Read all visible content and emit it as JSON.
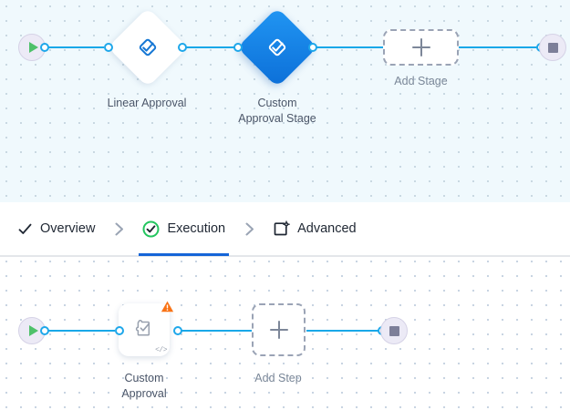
{
  "stage_canvas": {
    "name": "stage-pipeline-canvas",
    "background": "#f0f9fd",
    "start_node": {
      "icon": "play-icon",
      "title": "Start"
    },
    "end_node": {
      "icon": "stop-icon",
      "title": "End"
    },
    "nodes": [
      {
        "id": "linear-approval",
        "label": "Linear Approval",
        "icon": "approval-diamond-check-icon",
        "state": "default"
      },
      {
        "id": "custom-approval-stage",
        "label": "Custom\nApproval Stage",
        "icon": "approval-diamond-check-icon",
        "state": "selected"
      }
    ],
    "add_placeholder": {
      "label": "Add Stage",
      "icon": "plus-icon"
    }
  },
  "tabs": {
    "items": [
      {
        "id": "overview",
        "label": "Overview",
        "icon": "check-icon",
        "selected": false
      },
      {
        "id": "execution",
        "label": "Execution",
        "icon": "check-circle-icon",
        "selected": true
      },
      {
        "id": "advanced",
        "label": "Advanced",
        "icon": "card-gear-icon",
        "selected": false
      }
    ],
    "separator_icon": "chevron-right-icon",
    "active_underline_color": "#1565d8",
    "status_color": "#22c55e"
  },
  "step_canvas": {
    "name": "step-pipeline-canvas",
    "background": "#ffffff",
    "start_node": {
      "icon": "play-icon",
      "title": "Start"
    },
    "end_node": {
      "icon": "stop-icon",
      "title": "End"
    },
    "nodes": [
      {
        "id": "custom-approval",
        "label": "Custom\nApproval",
        "icon": "puzzle-check-icon",
        "warning_badge": "warning-triangle-icon",
        "code_badge": "</>"
      }
    ],
    "add_placeholder": {
      "label": "Add Step",
      "icon": "plus-icon"
    }
  },
  "colors": {
    "edge": "#19a8e8",
    "accent_blue": "#0c6fd8",
    "warning_orange": "#f97316",
    "terminal_fill": "#eceaf6",
    "play_green": "#4ec16a",
    "stop_gray": "#7d7f99"
  }
}
